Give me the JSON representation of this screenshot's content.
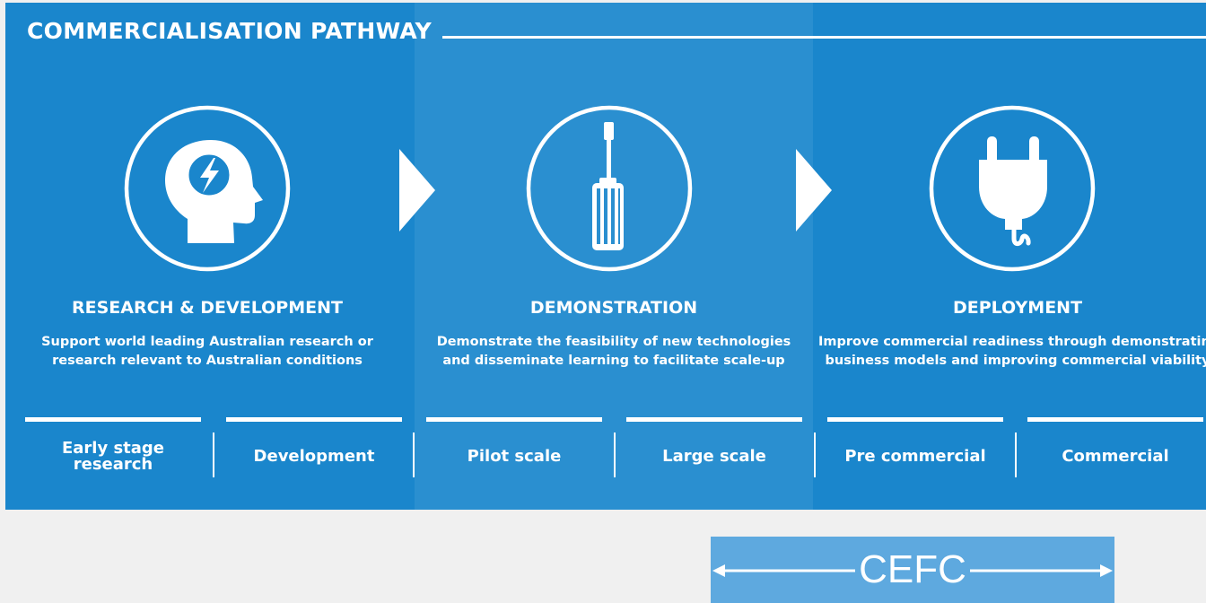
{
  "title": "COMMERCIALISATION PATHWAY",
  "colors": {
    "panel": "#1a86cc",
    "middle_band": "#2a8fd0",
    "cefc_box": "#5ea9df",
    "background": "#f0f0f0",
    "foreground": "#ffffff"
  },
  "stages": [
    {
      "icon": "head-lightning-icon",
      "title": "RESEARCH & DEVELOPMENT",
      "desc_line1": "Support world leading Australian research or",
      "desc_line2": "research relevant to Australian conditions"
    },
    {
      "icon": "screwdriver-icon",
      "title": "DEMONSTRATION",
      "desc_line1": "Demonstrate the feasibility of new technologies",
      "desc_line2": "and disseminate learning to facilitate scale-up"
    },
    {
      "icon": "plug-icon",
      "title": "DEPLOYMENT",
      "desc_line1": "Improve commercial readiness through demonstrating",
      "desc_line2": "business models and improving commercial viability"
    }
  ],
  "substages": [
    "Early stage research",
    "Development",
    "Pilot scale",
    "Large scale",
    "Pre commercial",
    "Commercial"
  ],
  "cefc_label": "CEFC"
}
